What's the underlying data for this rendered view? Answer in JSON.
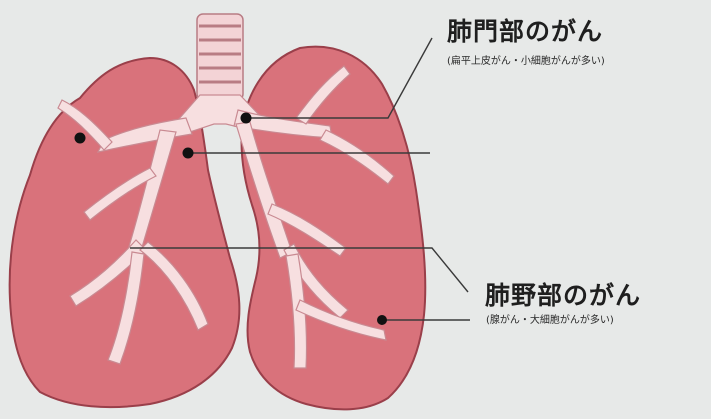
{
  "labels": {
    "hilar": {
      "title": "肺門部のがん",
      "subtitle": "(扁平上皮がん・小細胞がんが多い)"
    },
    "peripheral": {
      "title": "肺野部のがん",
      "subtitle": "(腺がん・大細胞がんが多い)"
    }
  },
  "colors": {
    "background": "#e7e9e8",
    "lung_fill": "#d9727b",
    "lung_outline": "#9a3f4a",
    "airway": "#f7dfe0",
    "airway_outline": "#c98a92",
    "trachea_ring": "#ecc2c6",
    "leader_line": "#3a3a3a",
    "tumor_dot": "#111111"
  }
}
